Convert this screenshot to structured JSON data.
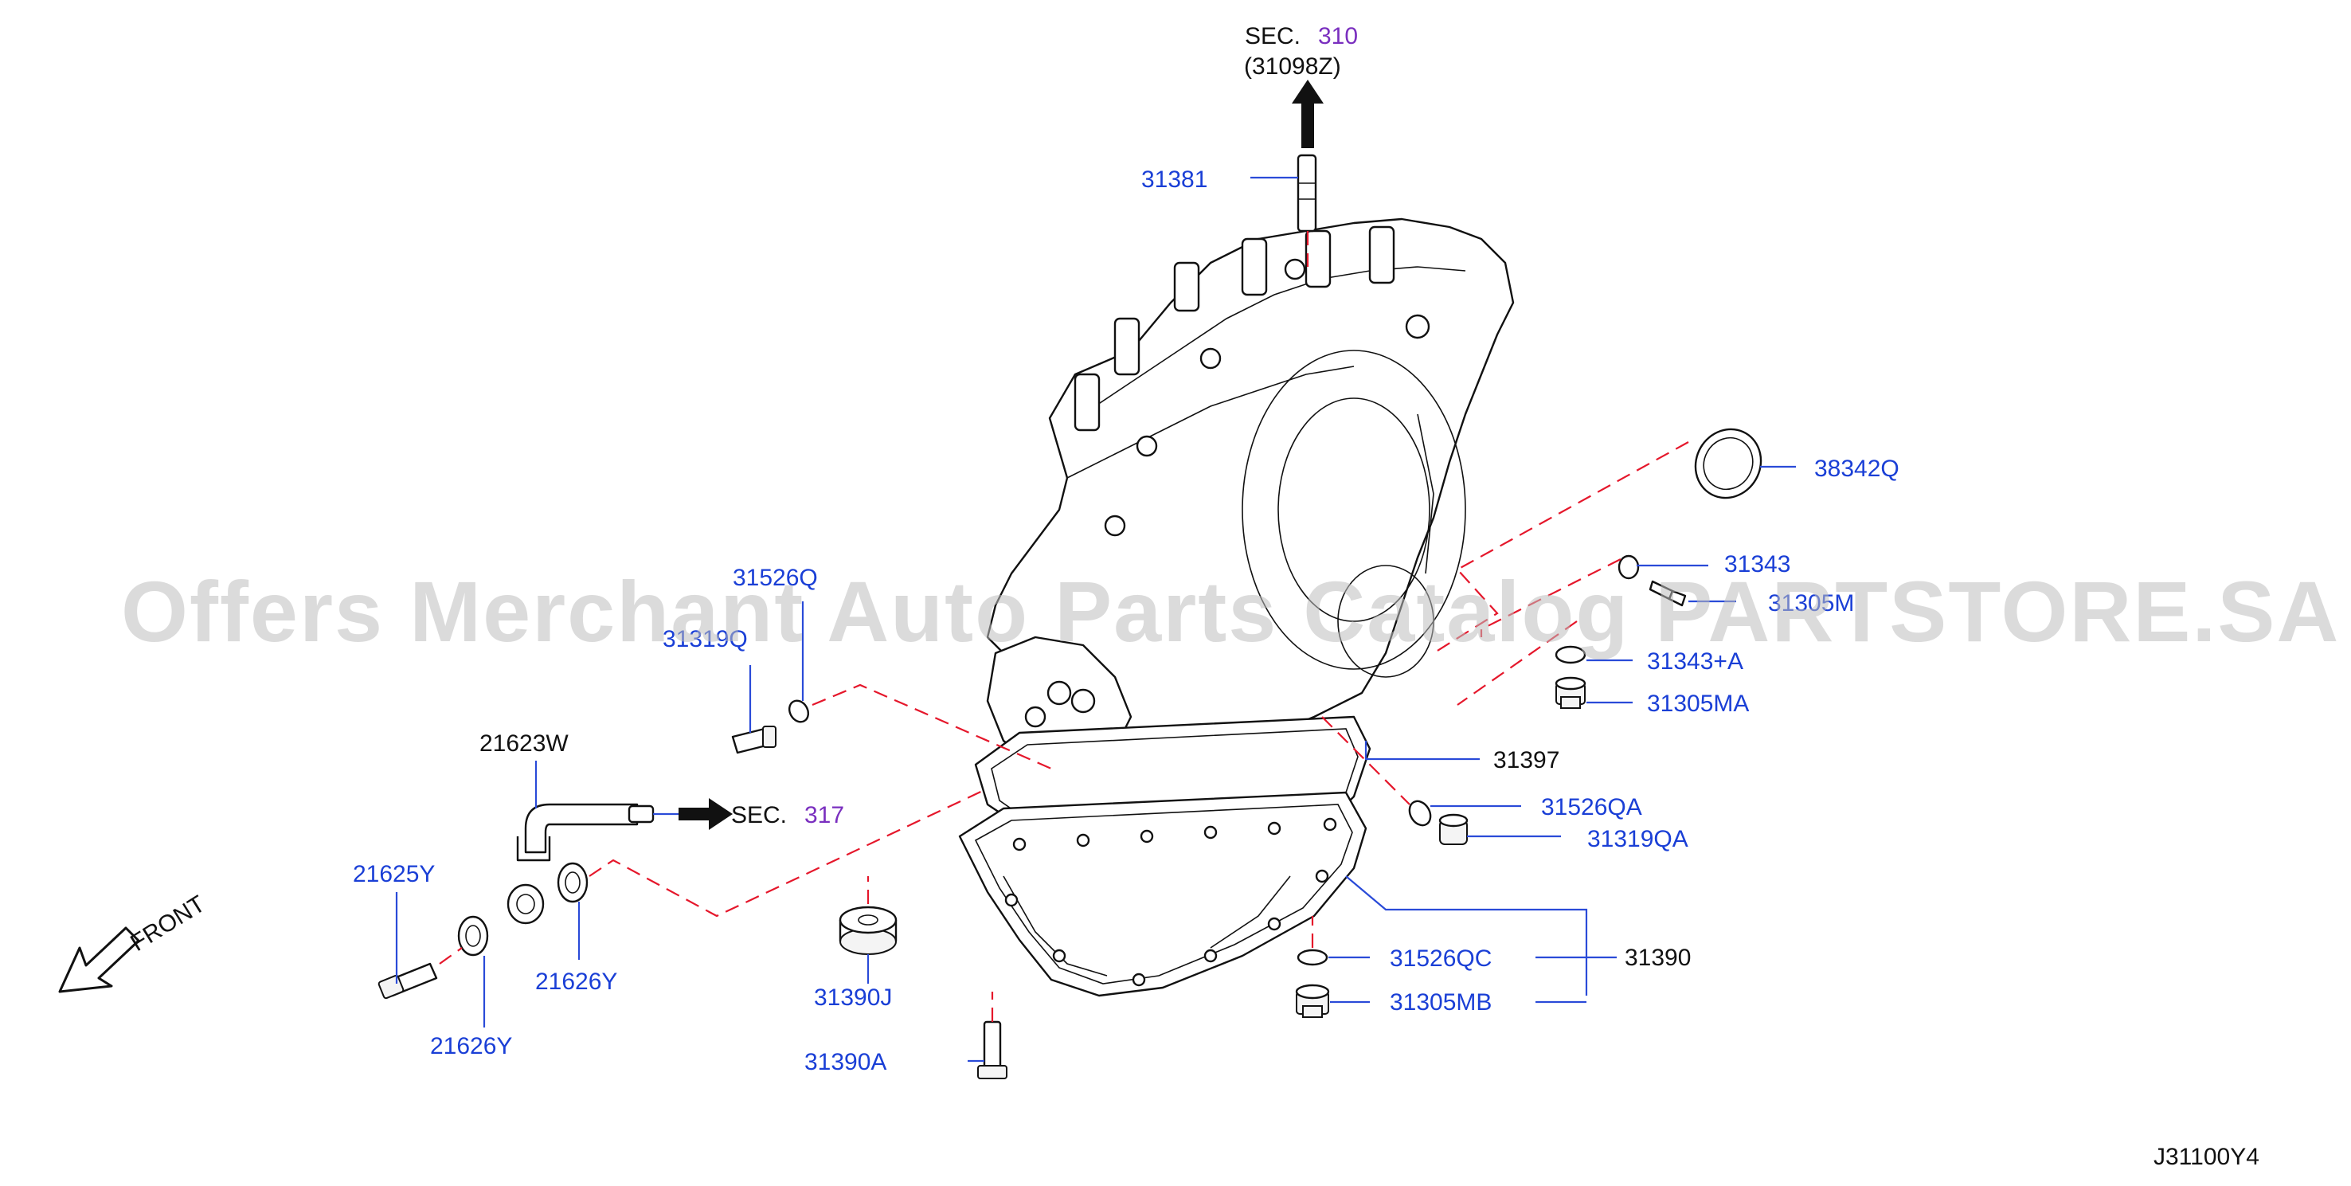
{
  "diagram_id": "J31100Y4",
  "watermark": "Offers Merchant Auto Parts Catalog PARTSTORE.SA",
  "front_label": "FRONT",
  "sections": [
    {
      "prefix": "SEC.",
      "number": "310",
      "subref": "(31098Z)"
    },
    {
      "prefix": "SEC.",
      "number": "317"
    }
  ],
  "parts": {
    "p31381": "31381",
    "p38342Q": "38342Q",
    "p31343": "31343",
    "p31305M": "31305M",
    "p31343A": "31343+A",
    "p31305MA": "31305MA",
    "p31397": "31397",
    "p31526QA": "31526QA",
    "p31319QA": "31319QA",
    "p31526Q": "31526Q",
    "p31319Q": "31319Q",
    "p21623W": "21623W",
    "p21625Y": "21625Y",
    "p21626Y_a": "21626Y",
    "p21626Y_b": "21626Y",
    "p31390J": "31390J",
    "p31390A": "31390A",
    "p31526QC": "31526QC",
    "p31305MB": "31305MB",
    "p31390": "31390"
  },
  "colors": {
    "part_label": "#1a3fd6",
    "section_number": "#7a2fbf",
    "dashed_line": "#e5172b",
    "watermark": "#bdbdbd"
  }
}
